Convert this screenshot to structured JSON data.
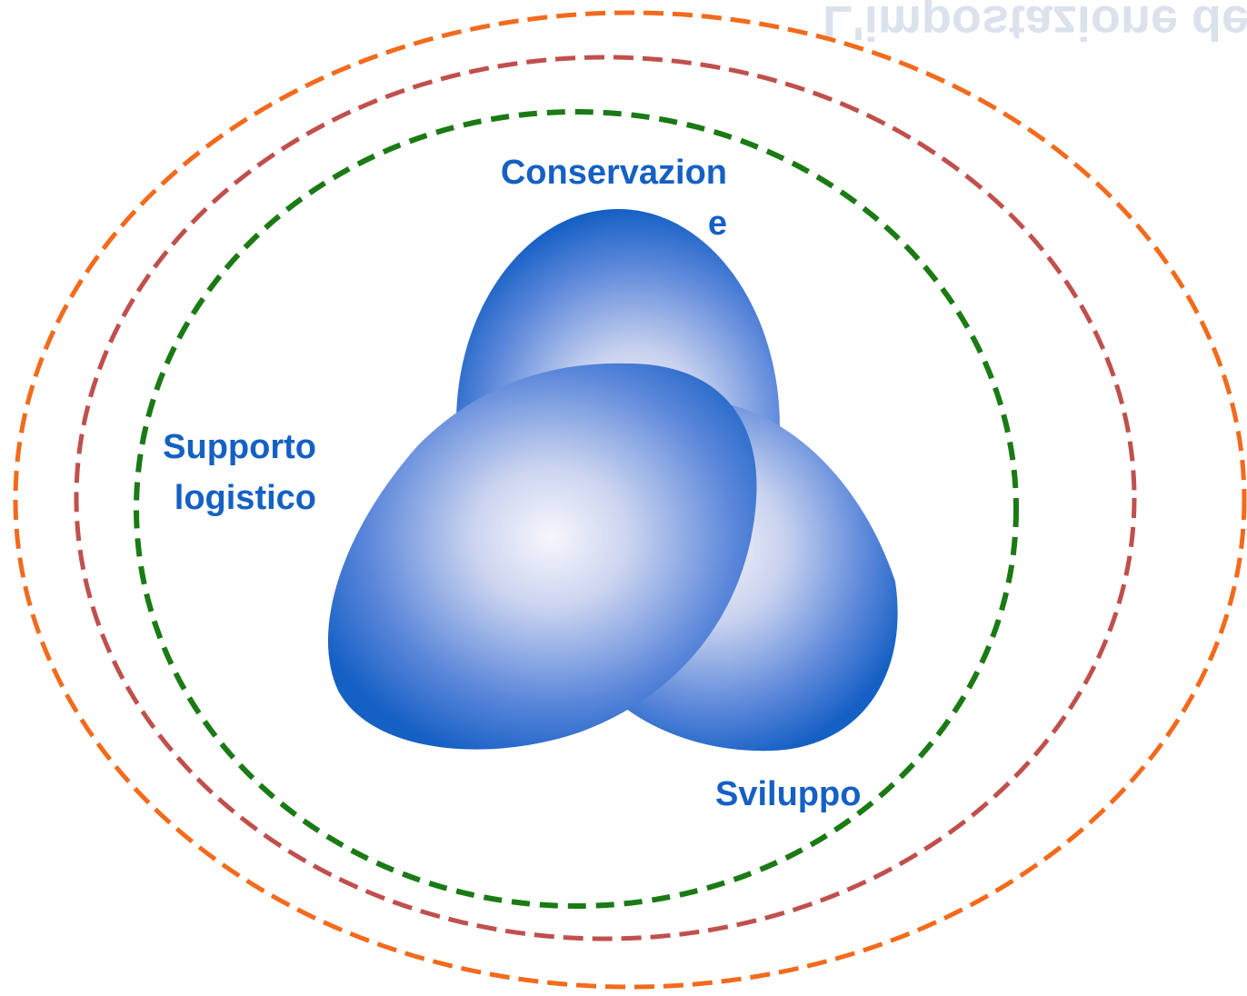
{
  "diagram": {
    "watermark": "L'impostazione de",
    "labels": {
      "conservazione": [
        "Conservazion",
        "e"
      ],
      "supporto": [
        "Supporto",
        "logistico"
      ],
      "sviluppo": "Sviluppo"
    },
    "rings": [
      {
        "name": "outer-ring",
        "color": "#f26b1d",
        "style": "dashed"
      },
      {
        "name": "middle-ring",
        "color": "#c0504d",
        "style": "dashed"
      },
      {
        "name": "inner-ring",
        "color": "#1a7a14",
        "style": "dashed"
      }
    ],
    "lobes": [
      {
        "name": "conservazione-lobe",
        "color": "#1560c4",
        "highlight": "#f4f4fb"
      },
      {
        "name": "sviluppo-lobe",
        "color": "#1560c4",
        "highlight": "#f4f4fb"
      },
      {
        "name": "supporto-lobe",
        "color": "#1560c4",
        "highlight": "#f4f4fb"
      }
    ],
    "label_color": "#1560c4"
  }
}
